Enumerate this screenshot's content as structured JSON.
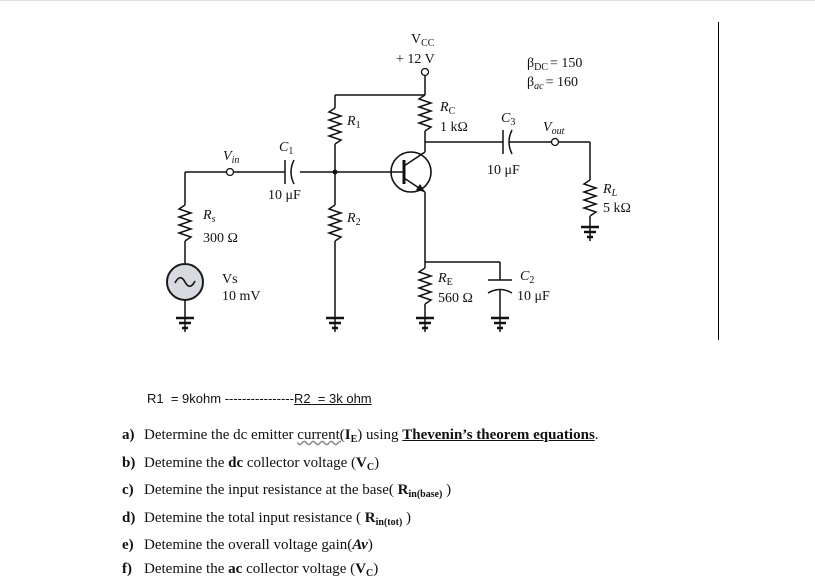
{
  "circuit": {
    "vcc_label": "V",
    "vcc_sub": "CC",
    "vcc_value": "+ 12  V",
    "beta_dc_sym": "β",
    "beta_dc_sub": "DC",
    "beta_dc_val": "= 150",
    "beta_ac_sym": "β",
    "beta_ac_sub": "ac",
    "beta_ac_val": "= 160",
    "rc_sym": "R",
    "rc_sub": "C",
    "rc_val": "1  kΩ",
    "r1_sym": "R",
    "r1_sub": "1",
    "r2_sym": "R",
    "r2_sub": "2",
    "c1_sym": "C",
    "c1_sub": "1",
    "c1_val": "10 μF",
    "c3_sym": "C",
    "c3_sub": "3",
    "c3_val": "10 μF",
    "c2_sym": "C",
    "c2_sub": "2",
    "c2_val": "10 μF",
    "vin_sym": "V",
    "vin_sub": "in",
    "vout_sym": "V",
    "vout_sub": "out",
    "rs_sym": "R",
    "rs_sub": "s",
    "rs_val": "300  Ω",
    "vs_name": "Vs",
    "vs_val": "10 mV",
    "re_sym": "R",
    "re_sub": "E",
    "re_val": "560  Ω",
    "rl_sym": "R",
    "rl_sub": "L",
    "rl_val": "5  kΩ"
  },
  "given": {
    "r1": "R1  = 9kohm ",
    "dashes": "----------------",
    "r2": "R2  = 3k ohm"
  },
  "questions": {
    "a": {
      "label": "a)",
      "pre": "Determine the dc emitter ",
      "current": "current(",
      "ie_sym": "I",
      "ie_sub": "E",
      "mid": ") using ",
      "thevenin": "Thevenin’s theorem equations",
      "post": "."
    },
    "b": {
      "label": "b)",
      "pre": "Detemine the ",
      "dc": "dc",
      "mid": " collector voltage (",
      "v": "V",
      "v_sub": "C",
      "post": ")"
    },
    "c": {
      "label": "c)",
      "pre": "Detemine the input resistance at the base( ",
      "r": "R",
      "r_sub": "in(base)",
      "post": " )"
    },
    "d": {
      "label": "d)",
      "pre": "Detemine the total input resistance ( ",
      "r": "R",
      "r_sub": "in(tot)",
      "post": " )"
    },
    "e": {
      "label": "e)",
      "pre": "Detemine the overall voltage gain(",
      "av": "Av",
      "post": ")"
    },
    "f": {
      "label": "f)",
      "pre": "Detemine the ",
      "ac": "ac",
      "mid": " collector voltage (",
      "v": "V",
      "v_sub": "C",
      "post": ")"
    }
  }
}
